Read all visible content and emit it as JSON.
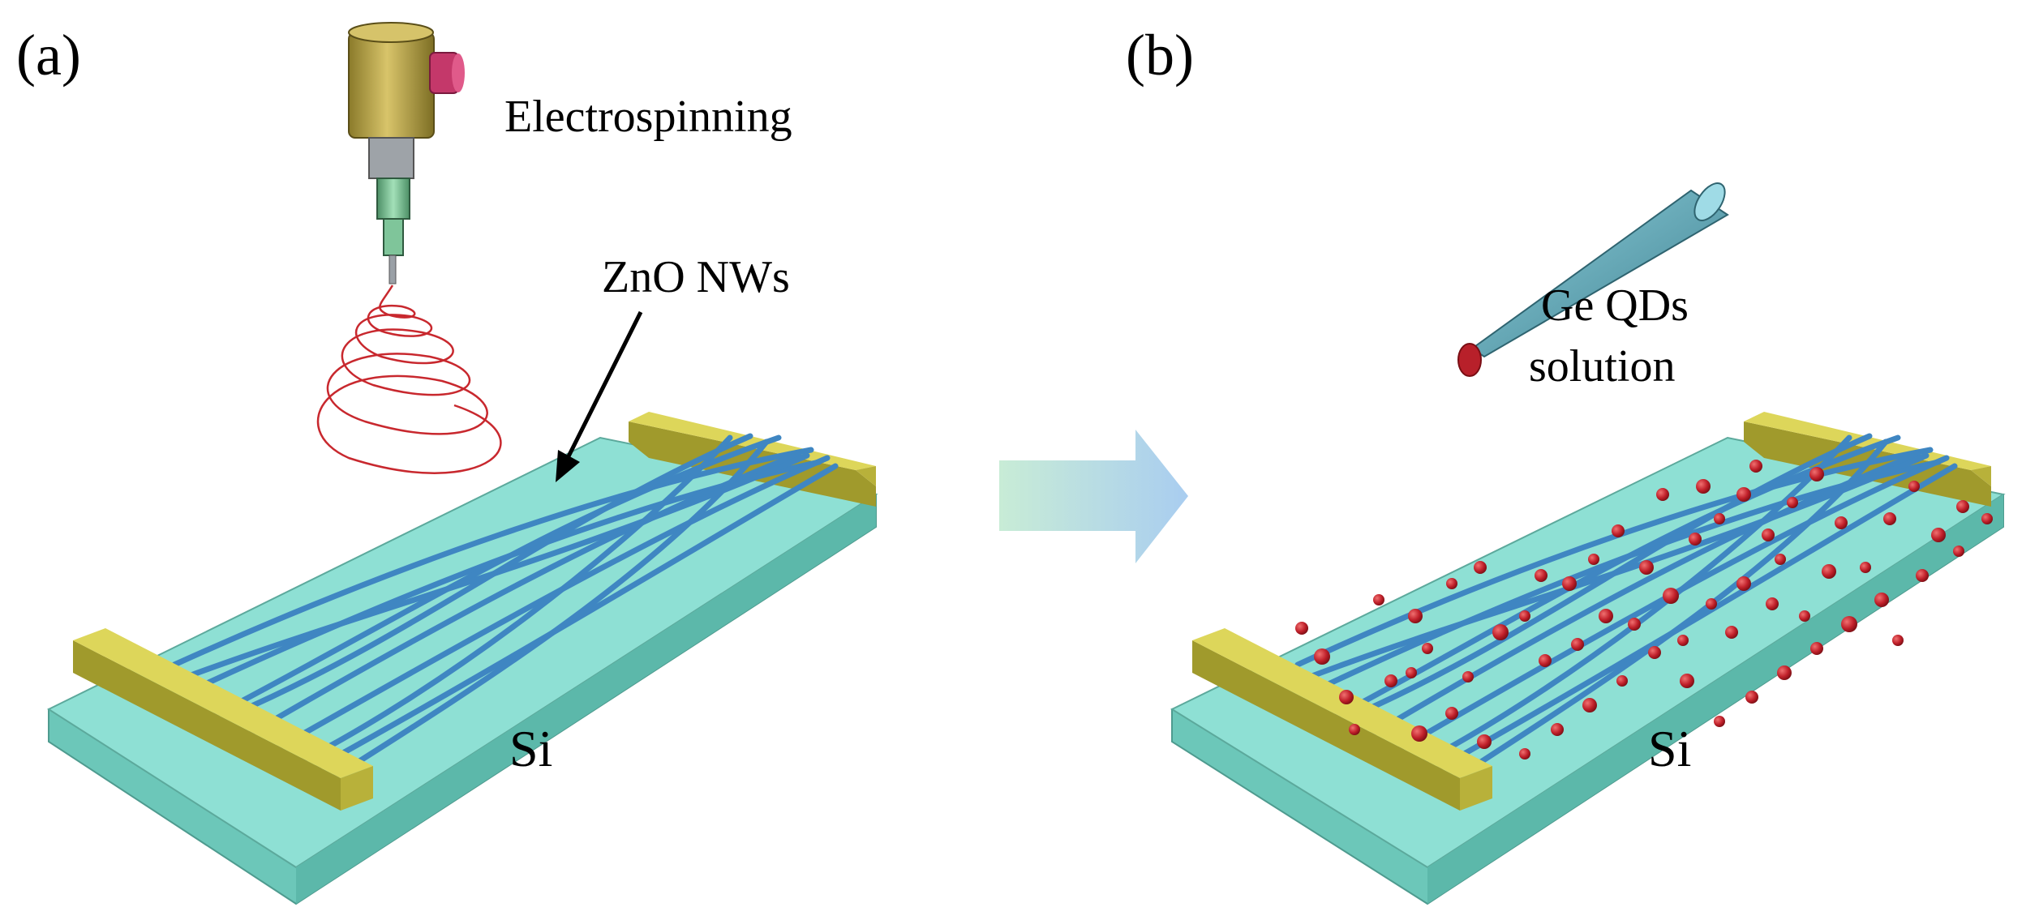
{
  "panel_a": {
    "label": "(a)",
    "process_label": "Electrospinning",
    "nanowire_label": "ZnO NWs",
    "substrate_label": "Si"
  },
  "panel_b": {
    "label": "(b)",
    "solution_label_line1": "Ge QDs",
    "solution_label_line2": "solution",
    "substrate_label": "Si"
  },
  "colors": {
    "substrate_top": "#8ee0d4",
    "substrate_side": "#6cc7b9",
    "electrode": "#c9c23c",
    "nanowire": "#3f86c2",
    "quantum_dot": "#c0202a",
    "spiral": "#c8282e",
    "arrow": "#b8dcef",
    "pipette": "#4f93a3"
  },
  "icons": {
    "electrospinning_nozzle": "syringe-nozzle-icon",
    "pipette": "pipette-icon",
    "process_arrow": "right-arrow-icon"
  }
}
